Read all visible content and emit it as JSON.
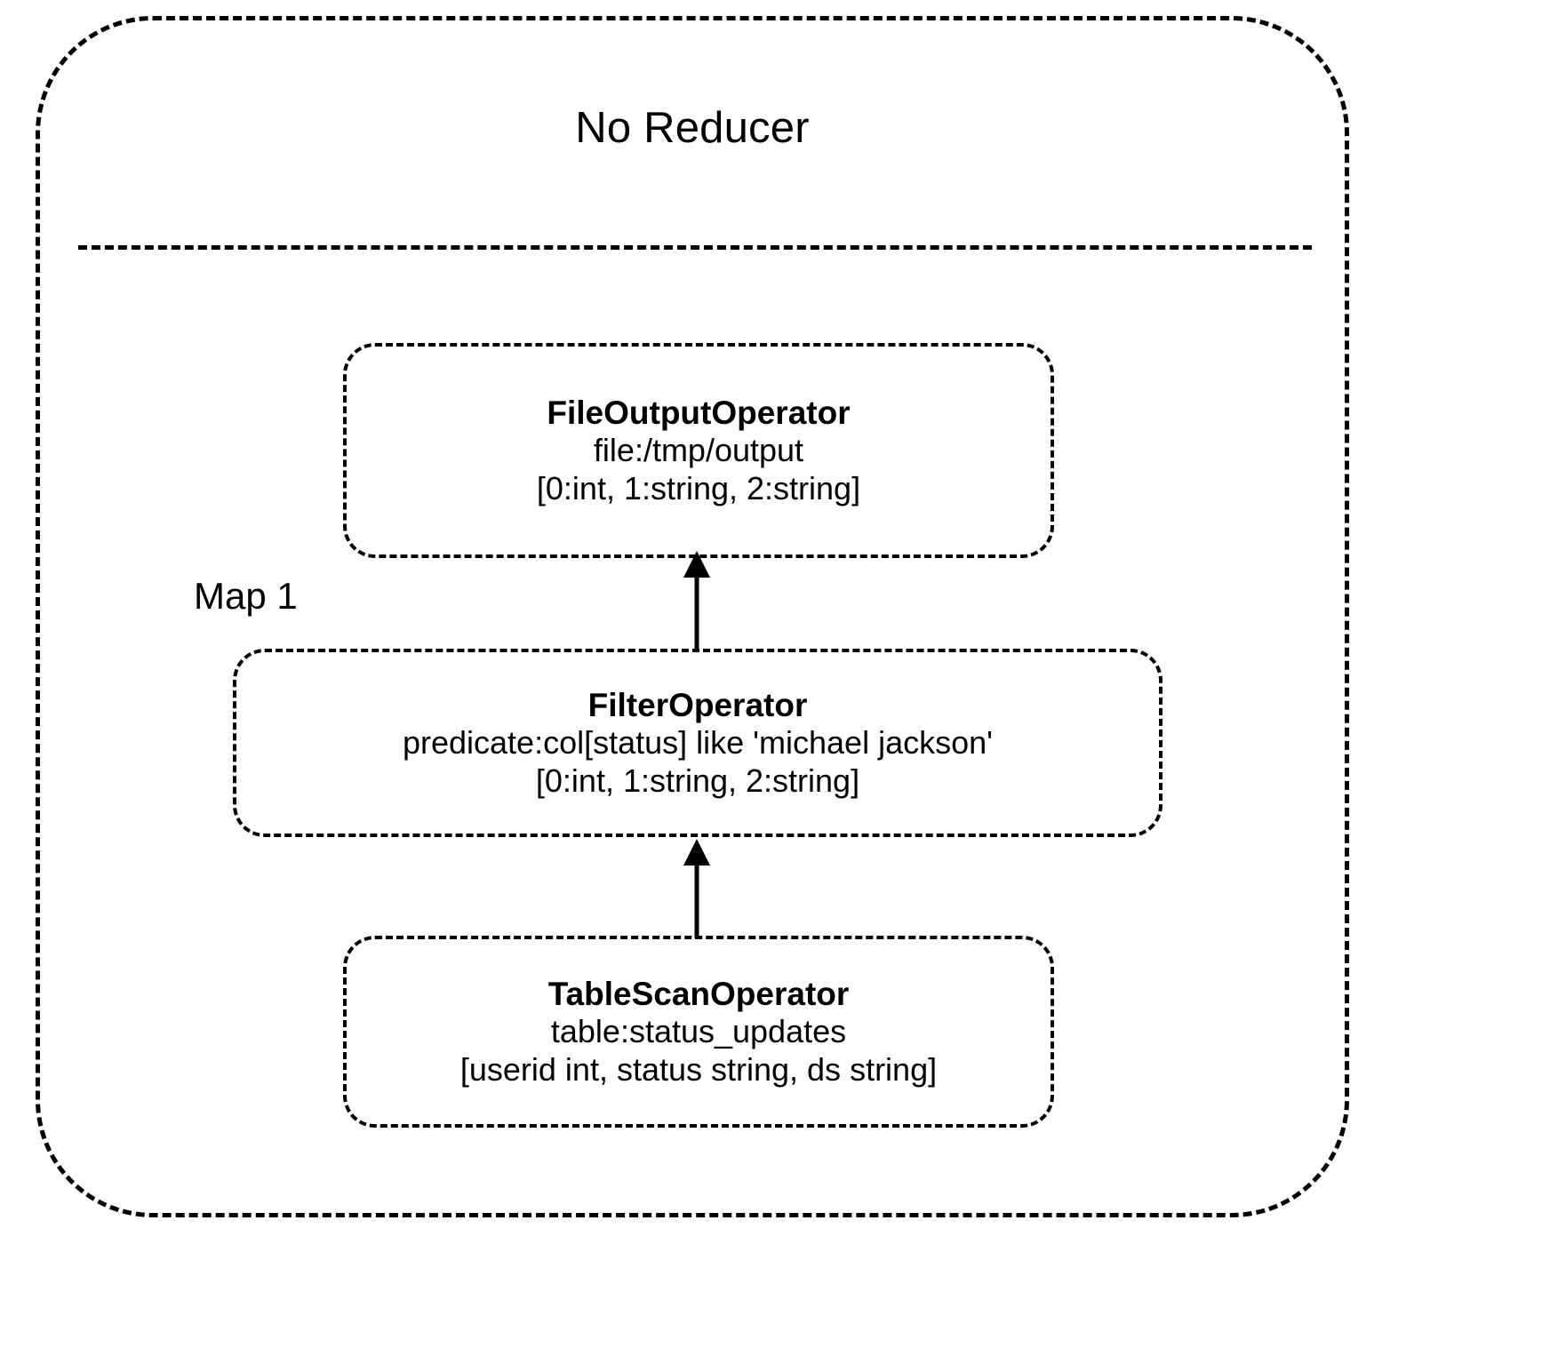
{
  "diagram": {
    "title": "No Reducer",
    "stage_label": "Map 1",
    "nodes": [
      {
        "id": "file-output-operator",
        "title": "FileOutputOperator",
        "lines": [
          "file:/tmp/output",
          "[0:int, 1:string, 2:string]"
        ]
      },
      {
        "id": "filter-operator",
        "title": "FilterOperator",
        "lines": [
          "predicate:col[status] like 'michael jackson'",
          "[0:int, 1:string, 2:string]"
        ]
      },
      {
        "id": "table-scan-operator",
        "title": "TableScanOperator",
        "lines": [
          "table:status_updates",
          "[userid int, status string, ds string]"
        ]
      }
    ],
    "edges": [
      {
        "id": "edge-filter-to-file-output",
        "from": "filter-operator",
        "to": "file-output-operator"
      },
      {
        "id": "edge-table-scan-to-filter",
        "from": "table-scan-operator",
        "to": "filter-operator"
      }
    ],
    "colors": {
      "stroke": "#000000",
      "background": "#ffffff",
      "text": "#000000"
    }
  }
}
